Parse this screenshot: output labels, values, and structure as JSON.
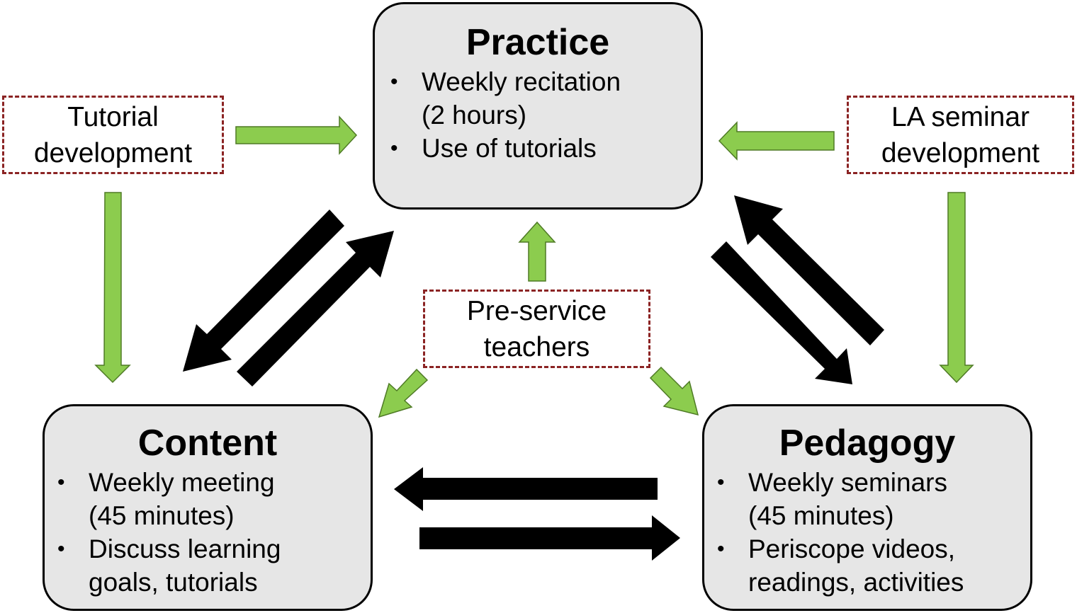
{
  "colors": {
    "green_arrow": "#8ccc4e",
    "black_arrow": "#000000",
    "box_fill": "#e6e6e6",
    "dashed_border": "#8b2323"
  },
  "practice": {
    "title": "Practice",
    "items": [
      {
        "lines": [
          "Weekly recitation",
          "(2 hours)"
        ]
      },
      {
        "lines": [
          "Use of tutorials"
        ]
      }
    ]
  },
  "content": {
    "title": "Content",
    "items": [
      {
        "lines": [
          "Weekly meeting",
          "(45 minutes)"
        ]
      },
      {
        "lines": [
          "Discuss learning",
          "goals, tutorials"
        ]
      }
    ]
  },
  "pedagogy": {
    "title": "Pedagogy",
    "items": [
      {
        "lines": [
          "Weekly seminars",
          "(45 minutes)"
        ]
      },
      {
        "lines": [
          "Periscope videos,",
          "readings, activities"
        ]
      }
    ]
  },
  "tutorial_dev": {
    "lines": [
      "Tutorial",
      "development"
    ]
  },
  "la_seminar_dev": {
    "lines": [
      "LA seminar",
      "development"
    ]
  },
  "preservice": {
    "lines": [
      "Pre-service",
      "teachers"
    ]
  }
}
